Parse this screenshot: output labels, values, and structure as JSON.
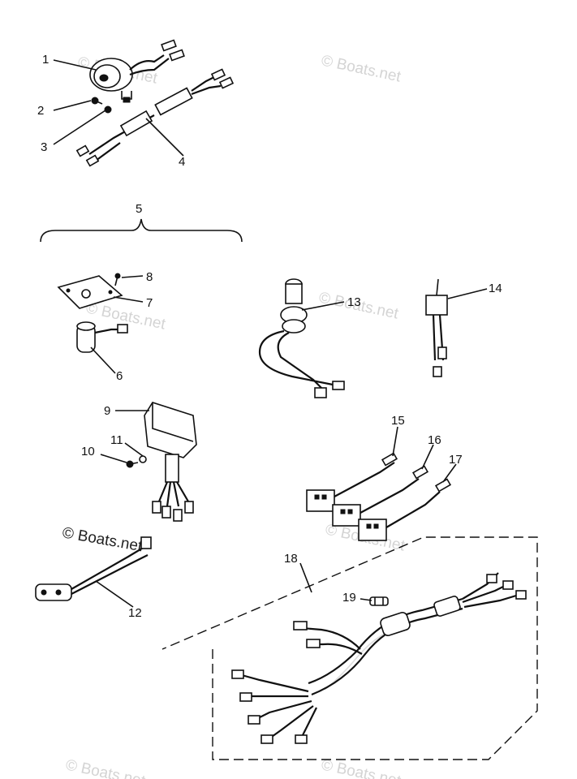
{
  "diagram": {
    "watermark_text": "© Boats.net",
    "callouts": [
      {
        "id": "1",
        "text": "1"
      },
      {
        "id": "2",
        "text": "2"
      },
      {
        "id": "3",
        "text": "3"
      },
      {
        "id": "4",
        "text": "4"
      },
      {
        "id": "5",
        "text": "5"
      },
      {
        "id": "6",
        "text": "6"
      },
      {
        "id": "7",
        "text": "7"
      },
      {
        "id": "8",
        "text": "8"
      },
      {
        "id": "9",
        "text": "9"
      },
      {
        "id": "10",
        "text": "10"
      },
      {
        "id": "11",
        "text": "11"
      },
      {
        "id": "12",
        "text": "12"
      },
      {
        "id": "13",
        "text": "13"
      },
      {
        "id": "14",
        "text": "14"
      },
      {
        "id": "15",
        "text": "15"
      },
      {
        "id": "16",
        "text": "16"
      },
      {
        "id": "17",
        "text": "17"
      },
      {
        "id": "18",
        "text": "18"
      },
      {
        "id": "19",
        "text": "19"
      }
    ]
  }
}
